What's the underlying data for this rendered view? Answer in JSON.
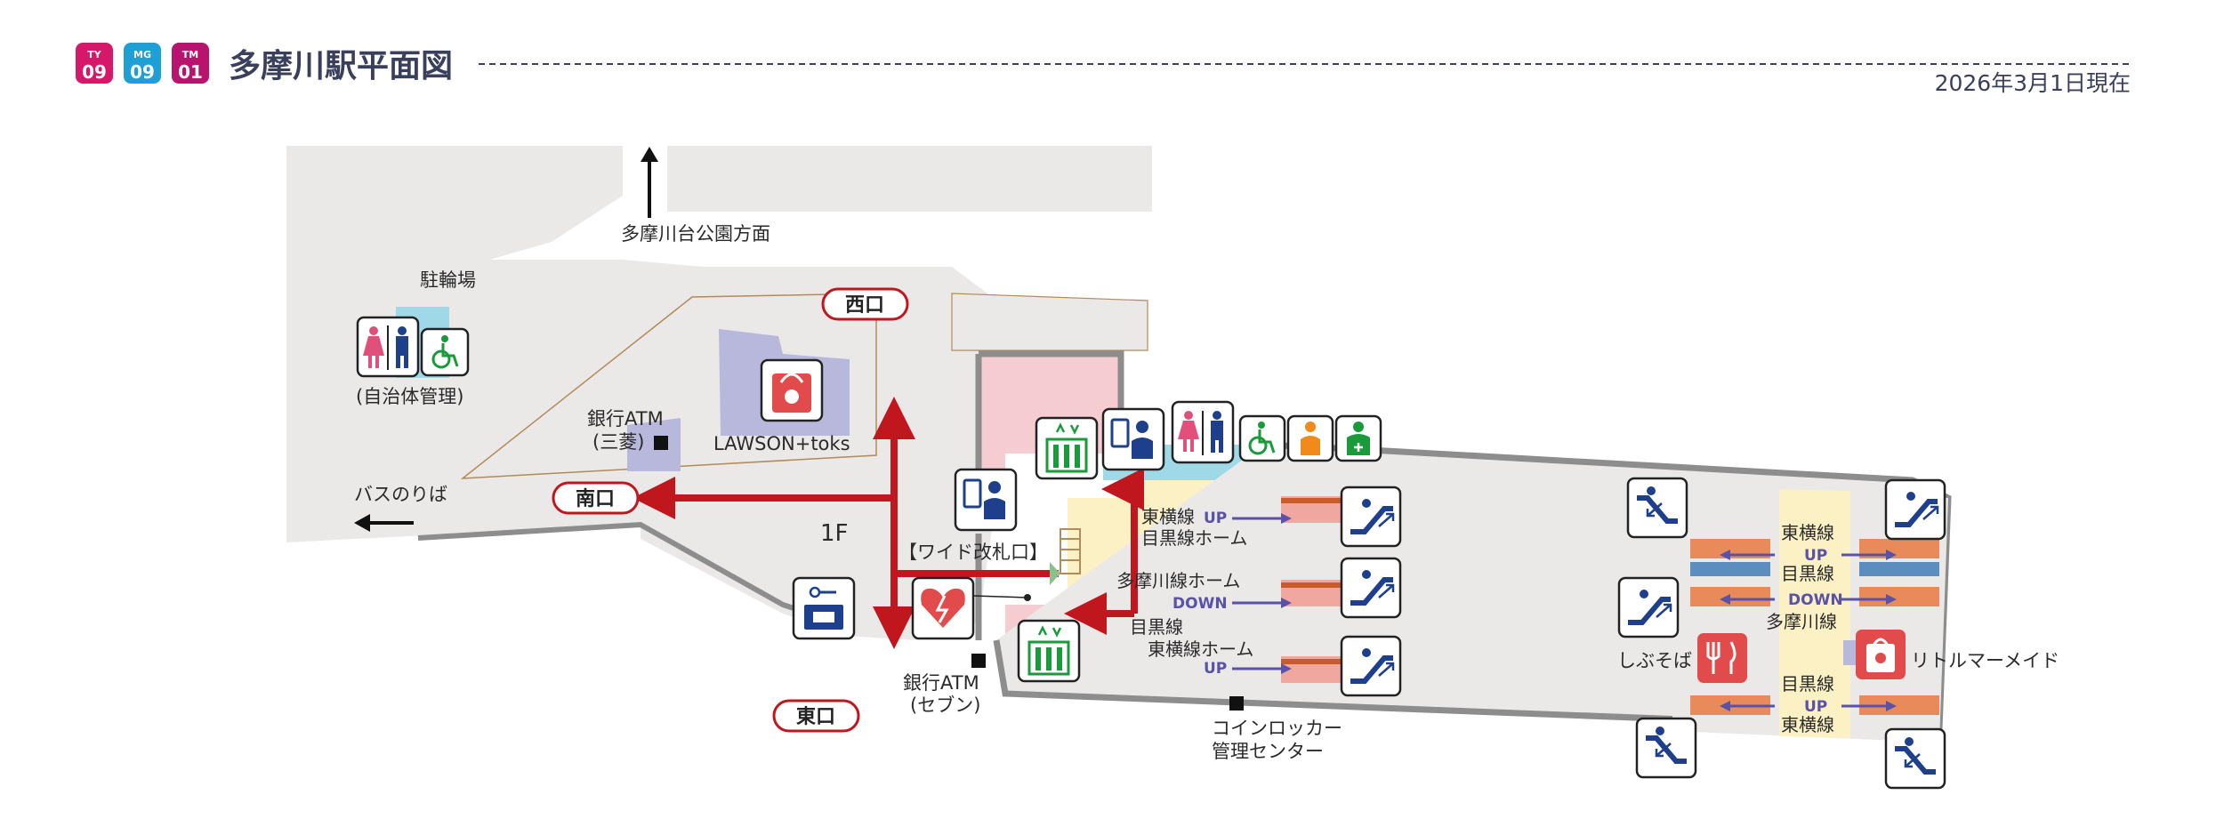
{
  "header": {
    "line_badges": [
      {
        "code": "TY",
        "number": "09",
        "color": "#d6186a"
      },
      {
        "code": "MG",
        "number": "09",
        "color": "#1ea0d6"
      },
      {
        "code": "TM",
        "number": "01",
        "color": "#b8146f"
      }
    ],
    "title": "多摩川駅平面図",
    "date": "2026年3月1日現在"
  },
  "floor": "1F",
  "exits": {
    "west": "西口",
    "south": "南口",
    "east": "東口"
  },
  "labels": {
    "park_direction": "多摩川台公園方面",
    "bicycle_parking": "駐輪場",
    "municipal": "(自治体管理)",
    "bank_atm_mitsubishi_1": "銀行ATM",
    "bank_atm_mitsubishi_2": "(三菱)",
    "lawson": "LAWSON+toks",
    "bus": "バスのりば",
    "wide_gate": "【ワイド改札口】",
    "bank_atm_seven_1": "銀行ATM",
    "bank_atm_seven_2": "(セブン)",
    "coin_locker_1": "コインロッカー",
    "coin_locker_2": "管理センター",
    "shibusoba": "しぶそば",
    "little_mermaid": "リトルマーメイド"
  },
  "platforms_left": [
    {
      "line1": "東横線",
      "dir": "UP",
      "line2": "目黒線ホーム"
    },
    {
      "line1": "多摩川線ホーム",
      "dir": "DOWN",
      "line2": ""
    },
    {
      "line1": "目黒線",
      "line2": "東横線ホーム",
      "dir": "UP"
    }
  ],
  "platforms_right": [
    {
      "line": "東横線",
      "dir": "UP",
      "line2": "目黒線"
    },
    {
      "dir": "DOWN",
      "line": "多摩川線"
    },
    {
      "line": "目黒線",
      "dir": "UP",
      "line2": "東横線"
    }
  ],
  "colors": {
    "exit_arrow": "#c0161e",
    "platform_dir": "#5a52a8",
    "toilet_female": "#e0507a",
    "toilet_male": "#1d3f8c",
    "accessible": "#1a9a3a",
    "ticket_gate_area": "#fbf1c4",
    "station_building": "#f4ccd2",
    "shop_area": "#b8b8dc",
    "concourse": "#ebe8e8"
  }
}
